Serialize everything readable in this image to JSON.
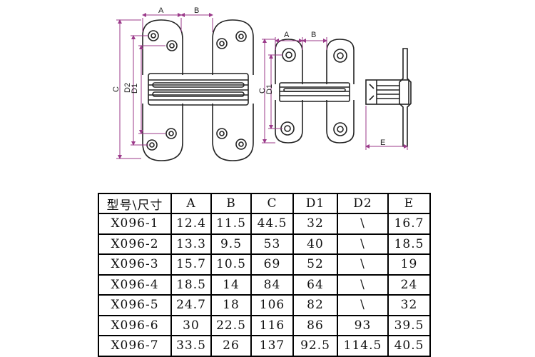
{
  "drawing": {
    "dim_labels": [
      "A",
      "B",
      "C",
      "D2",
      "D1",
      "A",
      "B",
      "C",
      "D1",
      "E"
    ],
    "line_color": "#222222",
    "dim_color": "#9b3a8a"
  },
  "table": {
    "headers": [
      "型号\\尺寸",
      "A",
      "B",
      "C",
      "D1",
      "D2",
      "E"
    ],
    "rows": [
      [
        "X096-1",
        "12.4",
        "11.5",
        "44.5",
        "32",
        "\\",
        "16.7"
      ],
      [
        "X096-2",
        "13.3",
        "9.5",
        "53",
        "40",
        "\\",
        "18.5"
      ],
      [
        "X096-3",
        "15.7",
        "10.5",
        "69",
        "52",
        "\\",
        "19"
      ],
      [
        "X096-4",
        "18.5",
        "14",
        "84",
        "64",
        "\\",
        "24"
      ],
      [
        "X096-5",
        "24.7",
        "18",
        "106",
        "82",
        "\\",
        "32"
      ],
      [
        "X096-6",
        "30",
        "22.5",
        "116",
        "86",
        "93",
        "39.5"
      ],
      [
        "X096-7",
        "33.5",
        "26",
        "137",
        "92.5",
        "114.5",
        "40.5"
      ]
    ]
  }
}
